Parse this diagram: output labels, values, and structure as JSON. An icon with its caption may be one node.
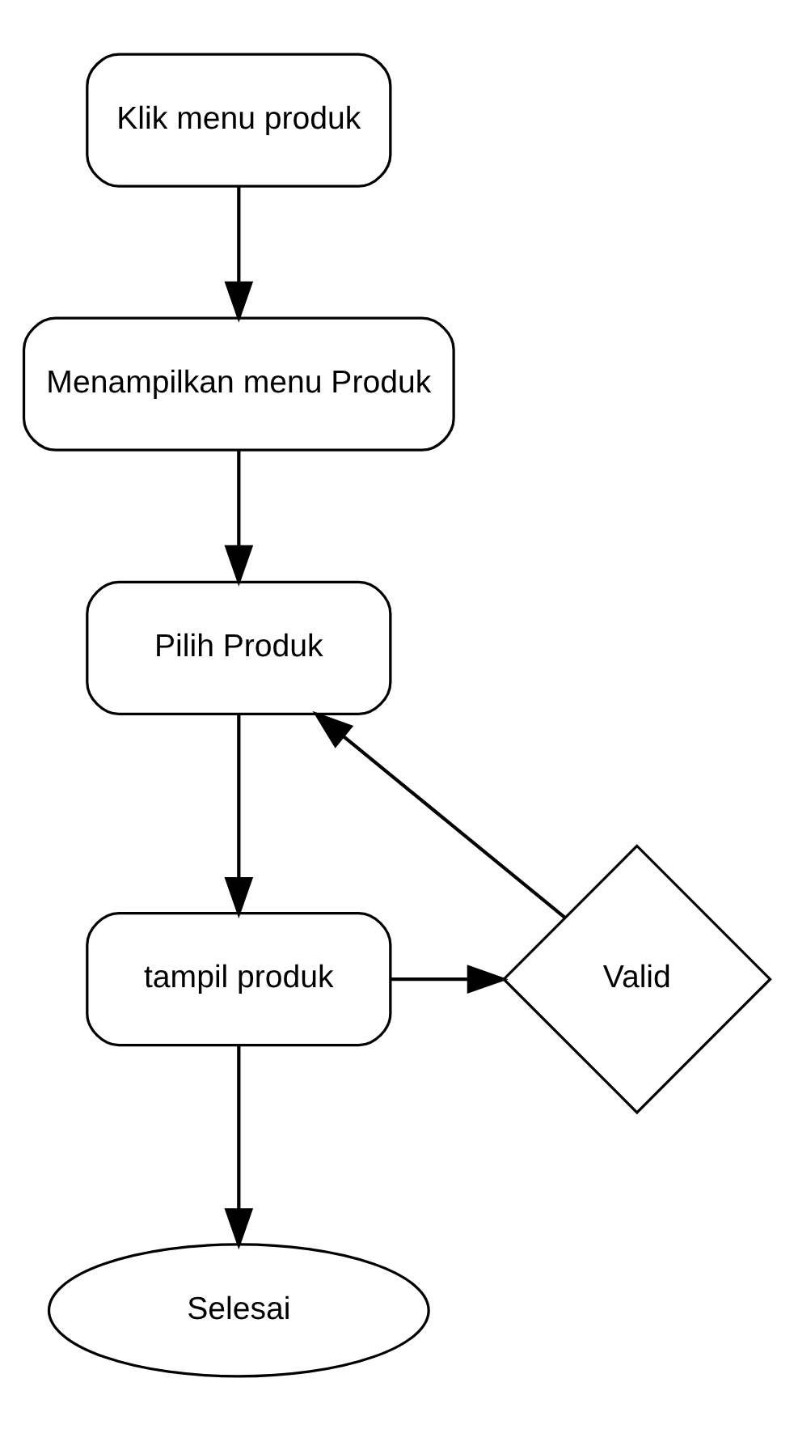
{
  "diagram": {
    "nodes": [
      {
        "text": [
          "Klik menu produk"
        ]
      },
      {
        "text": [
          "Menampilkan menu Produk"
        ]
      },
      {
        "text": [
          "Pilih Produk"
        ]
      },
      {
        "text": [
          "tampil produk"
        ]
      },
      {
        "text": [
          "Valid"
        ]
      },
      {
        "text": [
          "Selesai"
        ]
      }
    ],
    "edges": [
      {
        "from": 0,
        "to": 1,
        "arrow": "to"
      },
      {
        "from": 1,
        "to": 2,
        "arrow": "to"
      },
      {
        "from": 2,
        "to": 3,
        "arrow": "to"
      },
      {
        "from": 3,
        "to": 4,
        "arrow": "to"
      },
      {
        "from": 4,
        "to": 2,
        "arrow": "to"
      },
      {
        "from": 3,
        "to": 5,
        "arrow": "to"
      }
    ]
  }
}
